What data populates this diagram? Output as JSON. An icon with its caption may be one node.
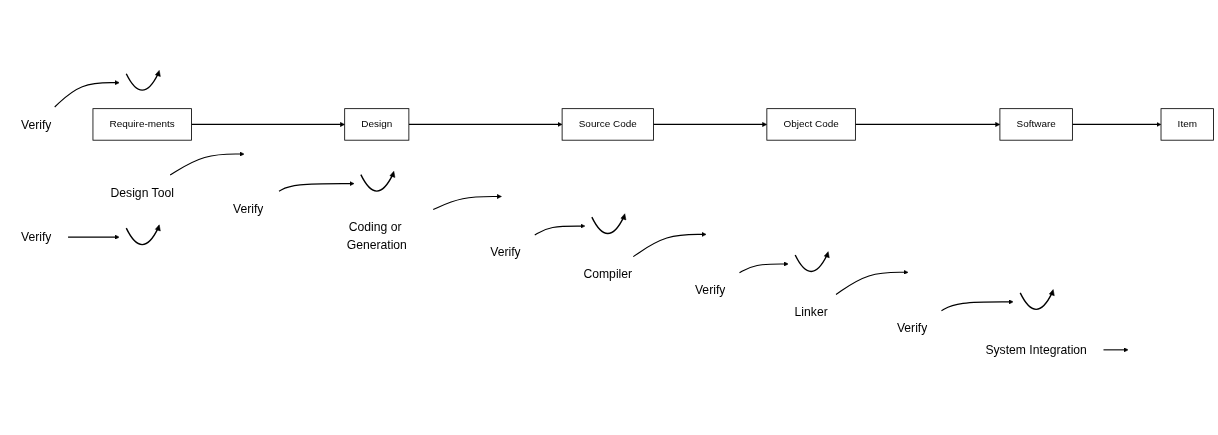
{
  "diagram": {
    "nodes": [
      {
        "text": [
          "Require-ments"
        ]
      },
      {
        "text": [
          "Design"
        ]
      },
      {
        "text": [
          "Source Code"
        ]
      },
      {
        "text": [
          "Object Code"
        ]
      },
      {
        "text": [
          "Software"
        ]
      },
      {
        "text": [
          "Item"
        ]
      },
      {
        "text": [],
        "shape": "picture"
      },
      {
        "text": [],
        "shape": "picture"
      },
      {
        "text": [],
        "shape": "picture"
      },
      {
        "text": [],
        "shape": "picture"
      },
      {
        "text": [],
        "shape": "picture"
      },
      {
        "text": [],
        "shape": "picture"
      },
      {
        "text": [
          "Design Tool"
        ]
      },
      {
        "text": [
          "Coding or Generation"
        ]
      },
      {
        "text": [
          "Compiler"
        ]
      },
      {
        "text": [
          "Linker"
        ]
      },
      {
        "text": [
          "System Integration"
        ]
      },
      {
        "text": [
          "Verify"
        ]
      },
      {
        "text": [
          "Verify"
        ]
      },
      {
        "text": [
          "Verify"
        ]
      },
      {
        "text": [
          "Verify"
        ]
      },
      {
        "text": [
          "Verify"
        ]
      },
      {
        "text": [
          "Verify"
        ]
      }
    ],
    "edges": [
      {
        "from": 0,
        "to": 1,
        "arrow": "to"
      },
      {
        "from": 1,
        "to": 2,
        "arrow": "to"
      },
      {
        "from": 2,
        "to": 3,
        "arrow": "to"
      },
      {
        "from": 3,
        "to": 4,
        "arrow": "to"
      },
      {
        "from": 4,
        "to": 5,
        "arrow": "to"
      },
      {
        "from": 12,
        "to": null,
        "arrow": "to"
      },
      {
        "from": 13,
        "to": null,
        "arrow": "to"
      },
      {
        "from": 14,
        "to": null,
        "arrow": "to"
      },
      {
        "from": 15,
        "to": null,
        "arrow": "to"
      },
      {
        "from": 16,
        "to": null,
        "arrow": "to"
      },
      {
        "from": 17,
        "to": 6,
        "arrow": "to"
      },
      {
        "from": 18,
        "to": 7,
        "arrow": "to"
      },
      {
        "from": 19,
        "to": 8,
        "arrow": "to"
      },
      {
        "from": 20,
        "to": 9,
        "arrow": "to"
      },
      {
        "from": 21,
        "to": 10,
        "arrow": "to"
      },
      {
        "from": 22,
        "to": 11,
        "arrow": "to"
      }
    ]
  }
}
